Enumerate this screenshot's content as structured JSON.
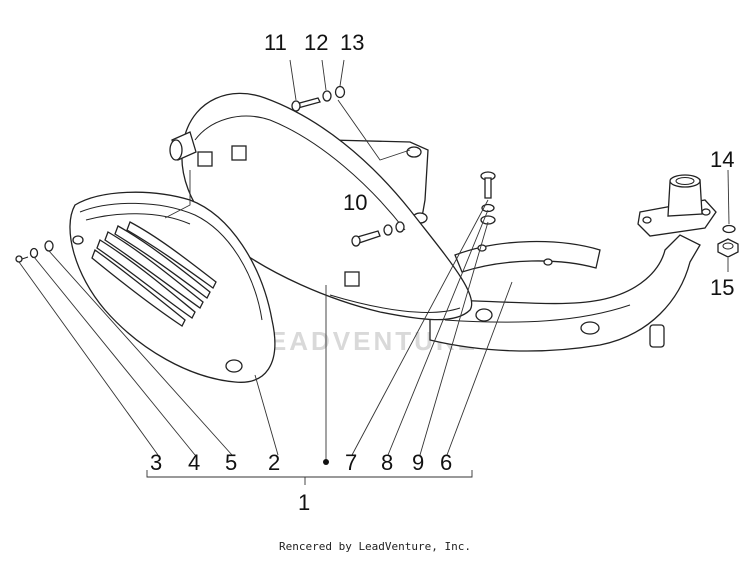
{
  "watermark": "LEADVENTURE",
  "footer": "Rencered by LeadVenture, Inc.",
  "callouts": {
    "c1": "1",
    "c2": "2",
    "c3": "3",
    "c4": "4",
    "c5": "5",
    "c6": "6",
    "c7": "7",
    "c8": "8",
    "c9": "9",
    "c10": "10",
    "c11": "11",
    "c12": "12",
    "c13": "13",
    "c14": "14",
    "c15": "15"
  }
}
